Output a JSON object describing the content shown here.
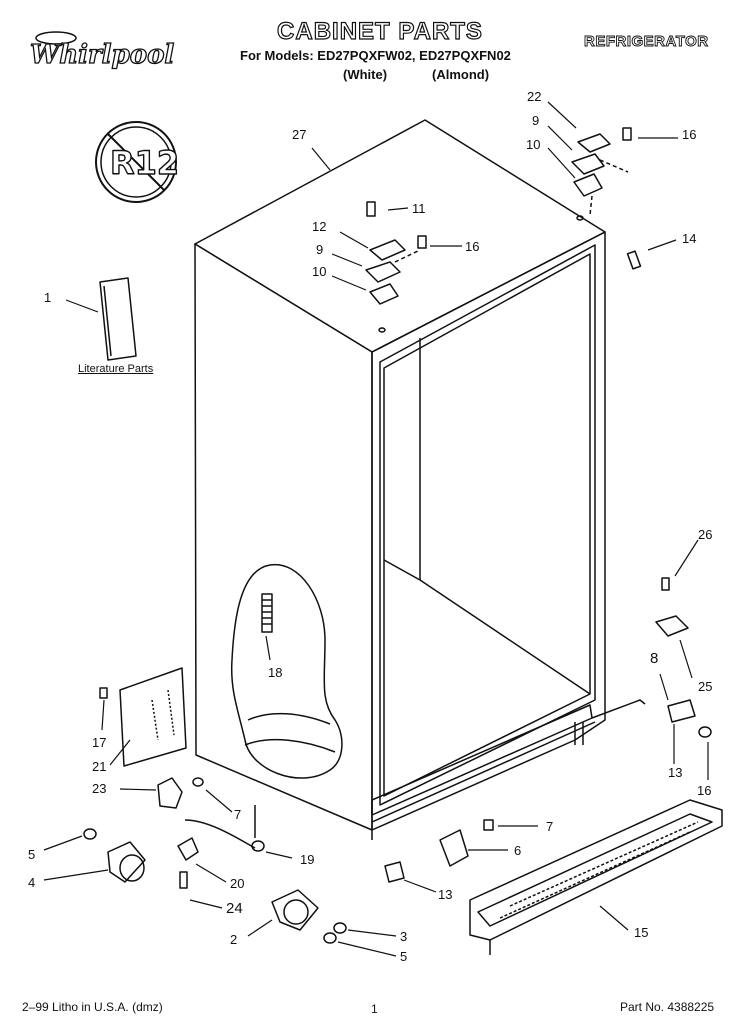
{
  "header": {
    "title": "CABINET PARTS",
    "appliance": "REFRIGERATOR",
    "models_line": "For Models: ED27PQXFW02, ED27PQXFN02",
    "color_white": "(White)",
    "color_almond": "(Almond)"
  },
  "logo": {
    "brand": "Whirlpool"
  },
  "stamp": {
    "text": "R12"
  },
  "literature_label": "Literature Parts",
  "callouts": {
    "c27": "27",
    "c22": "22",
    "c9a": "9",
    "c10a": "10",
    "c16a": "16",
    "c11": "11",
    "c12": "12",
    "c9b": "9",
    "c10b": "10",
    "c16b": "16",
    "c14": "14",
    "c1": "1",
    "c18": "18",
    "c26": "26",
    "c8": "8",
    "c25": "25",
    "c17": "17",
    "c21": "21",
    "c23": "23",
    "c7a": "7",
    "c13a": "13",
    "c16c": "16",
    "c7b": "7",
    "c6": "6",
    "c5a": "5",
    "c19": "19",
    "c4": "4",
    "c20": "20",
    "c24": "24",
    "c13b": "13",
    "c15": "15",
    "c3": "3",
    "c2": "2",
    "c5b": "5"
  },
  "footer": {
    "left": "2–99 Litho in U.S.A. (dmz)",
    "page": "1",
    "part_number": "Part No. 4388225"
  }
}
